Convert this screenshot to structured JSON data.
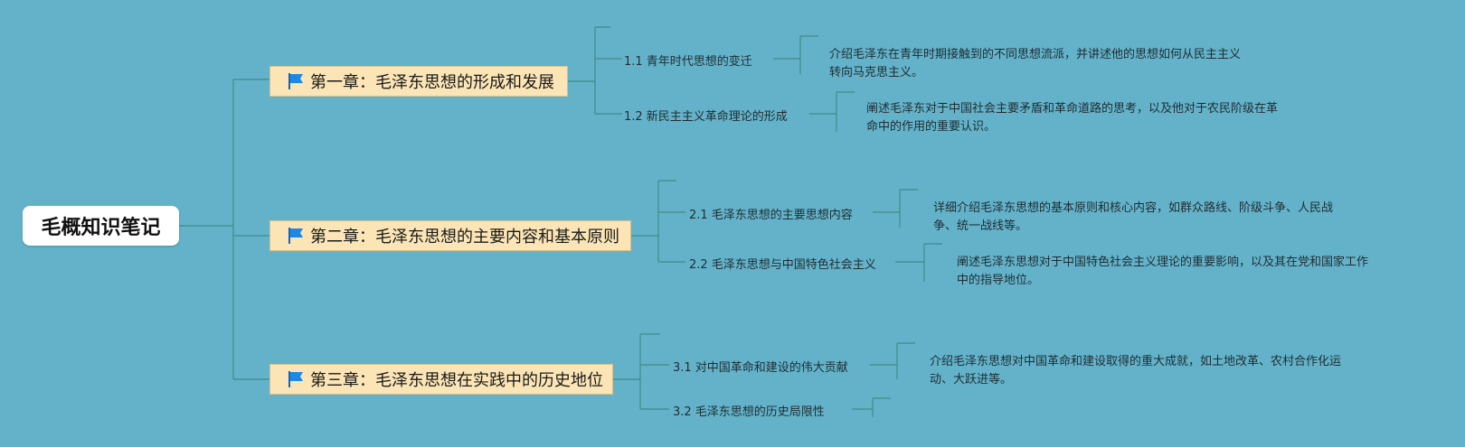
{
  "root": {
    "label": "毛概知识笔记"
  },
  "chapters": [
    {
      "label": "第一章：毛泽东思想的形成和发展",
      "sections": [
        {
          "title": "1.1 青年时代思想的变迁",
          "desc_lines": [
            "介绍毛泽东在青年时期接触到的不同思想流派，并讲述他的思想如何从民主主义",
            "转向马克思主义。"
          ]
        },
        {
          "title": "1.2 新民主主义革命理论的形成",
          "desc_lines": [
            "阐述毛泽东对于中国社会主要矛盾和革命道路的思考，以及他对于农民阶级在革",
            "命中的作用的重要认识。"
          ]
        }
      ]
    },
    {
      "label": "第二章：毛泽东思想的主要内容和基本原则",
      "sections": [
        {
          "title": "2.1 毛泽东思想的主要思想内容",
          "desc_lines": [
            "详细介绍毛泽东思想的基本原则和核心内容，如群众路线、阶级斗争、人民战",
            "争、统一战线等。"
          ]
        },
        {
          "title": "2.2 毛泽东思想与中国特色社会主义",
          "desc_lines": [
            "阐述毛泽东思想对于中国特色社会主义理论的重要影响，以及其在党和国家工作",
            "中的指导地位。"
          ]
        }
      ]
    },
    {
      "label": "第三章：毛泽东思想在实践中的历史地位",
      "sections": [
        {
          "title": "3.1 对中国革命和建设的伟大贡献",
          "desc_lines": [
            "介绍毛泽东思想对中国革命和建设取得的重大成就，如土地改革、农村合作化运",
            "动、大跃进等。"
          ]
        },
        {
          "title": "3.2 毛泽东思想的历史局限性",
          "desc_lines": []
        }
      ]
    }
  ],
  "colors": {
    "background": "#63b2c9",
    "connector": "#3f8d86",
    "chapter_fill": "#fbe5b6",
    "flag": "#1e88e5"
  },
  "icons": {
    "chapter_marker": "flag-icon"
  }
}
